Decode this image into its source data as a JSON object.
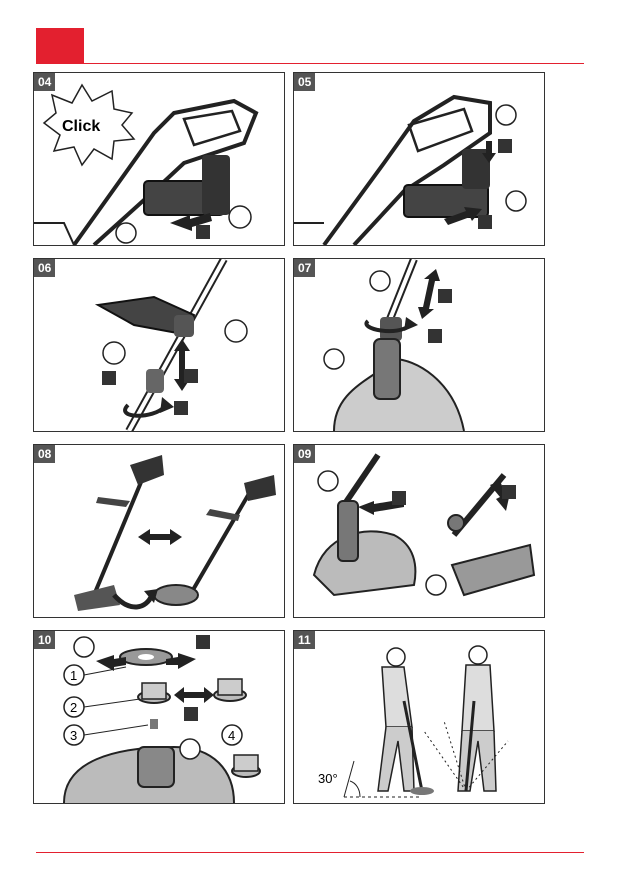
{
  "page": {
    "accent_color": "#e3202f",
    "panels": [
      {
        "number": "04",
        "callout": "Click"
      },
      {
        "number": "05"
      },
      {
        "number": "06"
      },
      {
        "number": "07"
      },
      {
        "number": "08"
      },
      {
        "number": "09"
      },
      {
        "number": "10",
        "part_labels": [
          "1",
          "2",
          "3",
          "4"
        ]
      },
      {
        "number": "11",
        "angle_label": "30°"
      }
    ]
  }
}
